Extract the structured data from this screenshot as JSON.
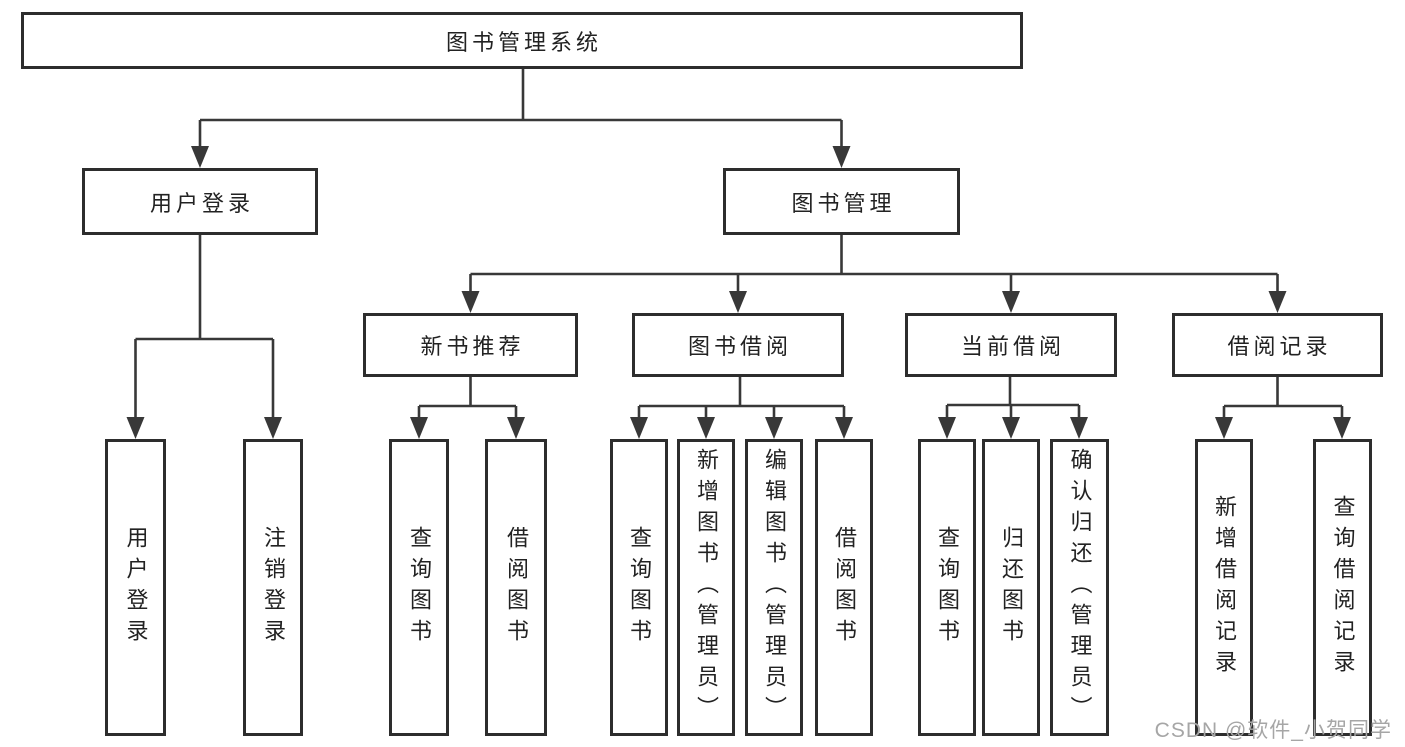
{
  "diagram": {
    "title": "图书管理系统",
    "root": {
      "label": "图书管理系统"
    },
    "level2": [
      {
        "label": "用户登录"
      },
      {
        "label": "图书管理"
      }
    ],
    "level3": [
      {
        "label": "新书推荐",
        "parent": "图书管理"
      },
      {
        "label": "图书借阅",
        "parent": "图书管理"
      },
      {
        "label": "当前借阅",
        "parent": "图书管理"
      },
      {
        "label": "借阅记录",
        "parent": "图书管理"
      }
    ],
    "leaves": [
      {
        "label": "用户登录",
        "parent": "用户登录"
      },
      {
        "label": "注销登录",
        "parent": "用户登录"
      },
      {
        "label": "查询图书",
        "parent": "新书推荐"
      },
      {
        "label": "借阅图书",
        "parent": "新书推荐"
      },
      {
        "label": "查询图书",
        "parent": "图书借阅"
      },
      {
        "label": "新增图书（管理员）",
        "parent": "图书借阅"
      },
      {
        "label": "编辑图书（管理员）",
        "parent": "图书借阅"
      },
      {
        "label": "借阅图书",
        "parent": "图书借阅"
      },
      {
        "label": "查询图书",
        "parent": "当前借阅"
      },
      {
        "label": "归还图书",
        "parent": "当前借阅"
      },
      {
        "label": "确认归还（管理员）",
        "parent": "当前借阅"
      },
      {
        "label": "新增借阅记录",
        "parent": "借阅记录"
      },
      {
        "label": "查询借阅记录",
        "parent": "借阅记录"
      }
    ]
  },
  "watermark": "CSDN @软件_小贺同学",
  "colors": {
    "line": "#383838",
    "box_border": "#2d2d2d",
    "text": "#222222",
    "watermark": "#a6a6a6",
    "background": "#ffffff"
  }
}
